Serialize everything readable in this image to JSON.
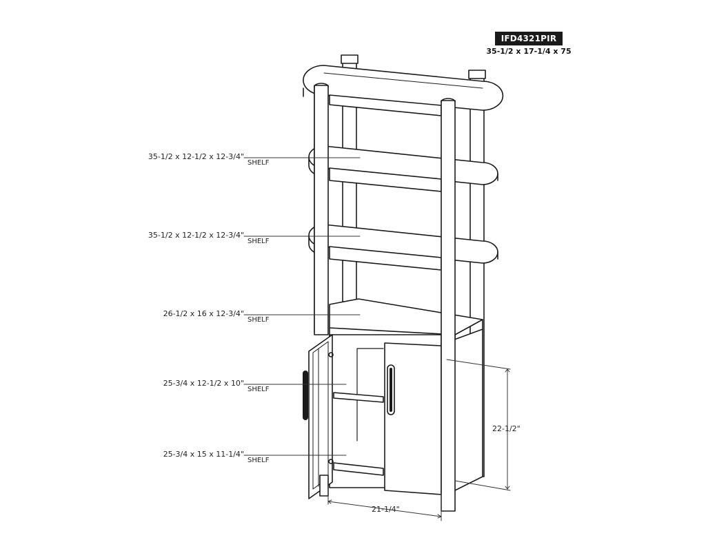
{
  "model": {
    "number": "IFD4321PIR",
    "overall_dimensions": "35-1/2 x 17-1/4 x 75"
  },
  "callouts": [
    {
      "dimensions": "35-1/2 x 12-1/2 x 12-3/4\"",
      "part": "SHELF"
    },
    {
      "dimensions": "35-1/2 x 12-1/2 x 12-3/4\"",
      "part": "SHELF"
    },
    {
      "dimensions": "26-1/2 x 16 x 12-3/4\"",
      "part": "SHELF"
    },
    {
      "dimensions": "25-3/4 x 12-1/2 x 10\"",
      "part": "SHELF"
    },
    {
      "dimensions": "25-3/4 x 15 x 11-1/4\"",
      "part": "SHELF"
    }
  ],
  "measurements": {
    "cabinet_height": "22-1/2\"",
    "cabinet_width": "21-1/4\""
  }
}
